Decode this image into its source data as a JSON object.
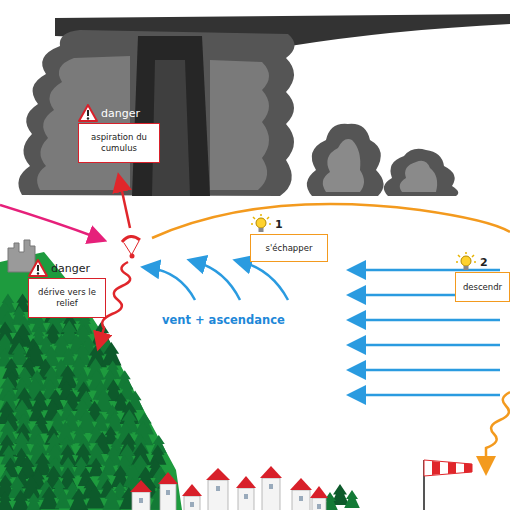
{
  "diagram": {
    "nodes": [
      {
        "text": [
          "danger",
          "aspiration du cumulus"
        ]
      },
      {
        "text": [
          "danger",
          "dérive vers le relief"
        ]
      },
      {
        "text": [
          "1",
          "s'échapper"
        ]
      },
      {
        "text": [
          "2",
          "descendr"
        ]
      }
    ],
    "labels": [
      "vent + ascendance"
    ]
  }
}
